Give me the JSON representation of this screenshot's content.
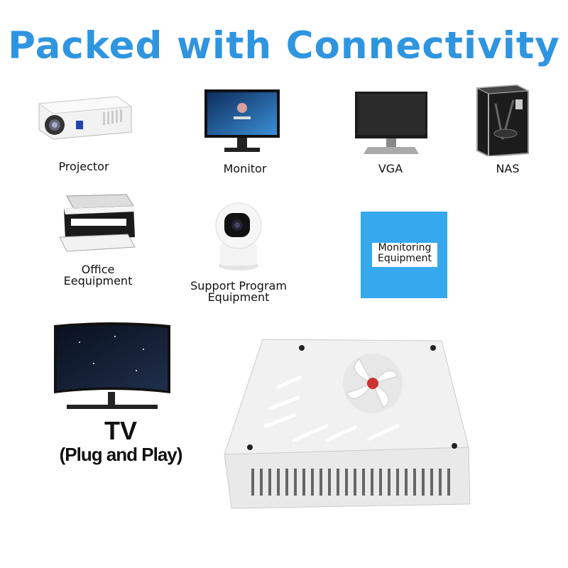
{
  "title": "Packed with Connectivity",
  "devices": [
    {
      "label": "Projector",
      "icon": "projector-icon"
    },
    {
      "label": "Monitor",
      "icon": "monitor-icon"
    },
    {
      "label": "VGA",
      "icon": "vga-monitor-icon"
    },
    {
      "label": "NAS",
      "icon": "nas-icon"
    },
    {
      "label_line1": "Office",
      "label_line2": "Eequipment",
      "icon": "printer-icon"
    },
    {
      "label_line1": "Support Program",
      "label_line2": "Equipment",
      "icon": "camera-icon"
    },
    {
      "label_line1": "Monitoring",
      "label_line2": "Equipment",
      "icon": "monitoring-box"
    },
    {
      "label_line1": "TV",
      "label_line2": "(Plug and Play)",
      "icon": "tv-icon"
    }
  ],
  "colors": {
    "accent": "#2f95e0",
    "box": "#36a8ee"
  }
}
